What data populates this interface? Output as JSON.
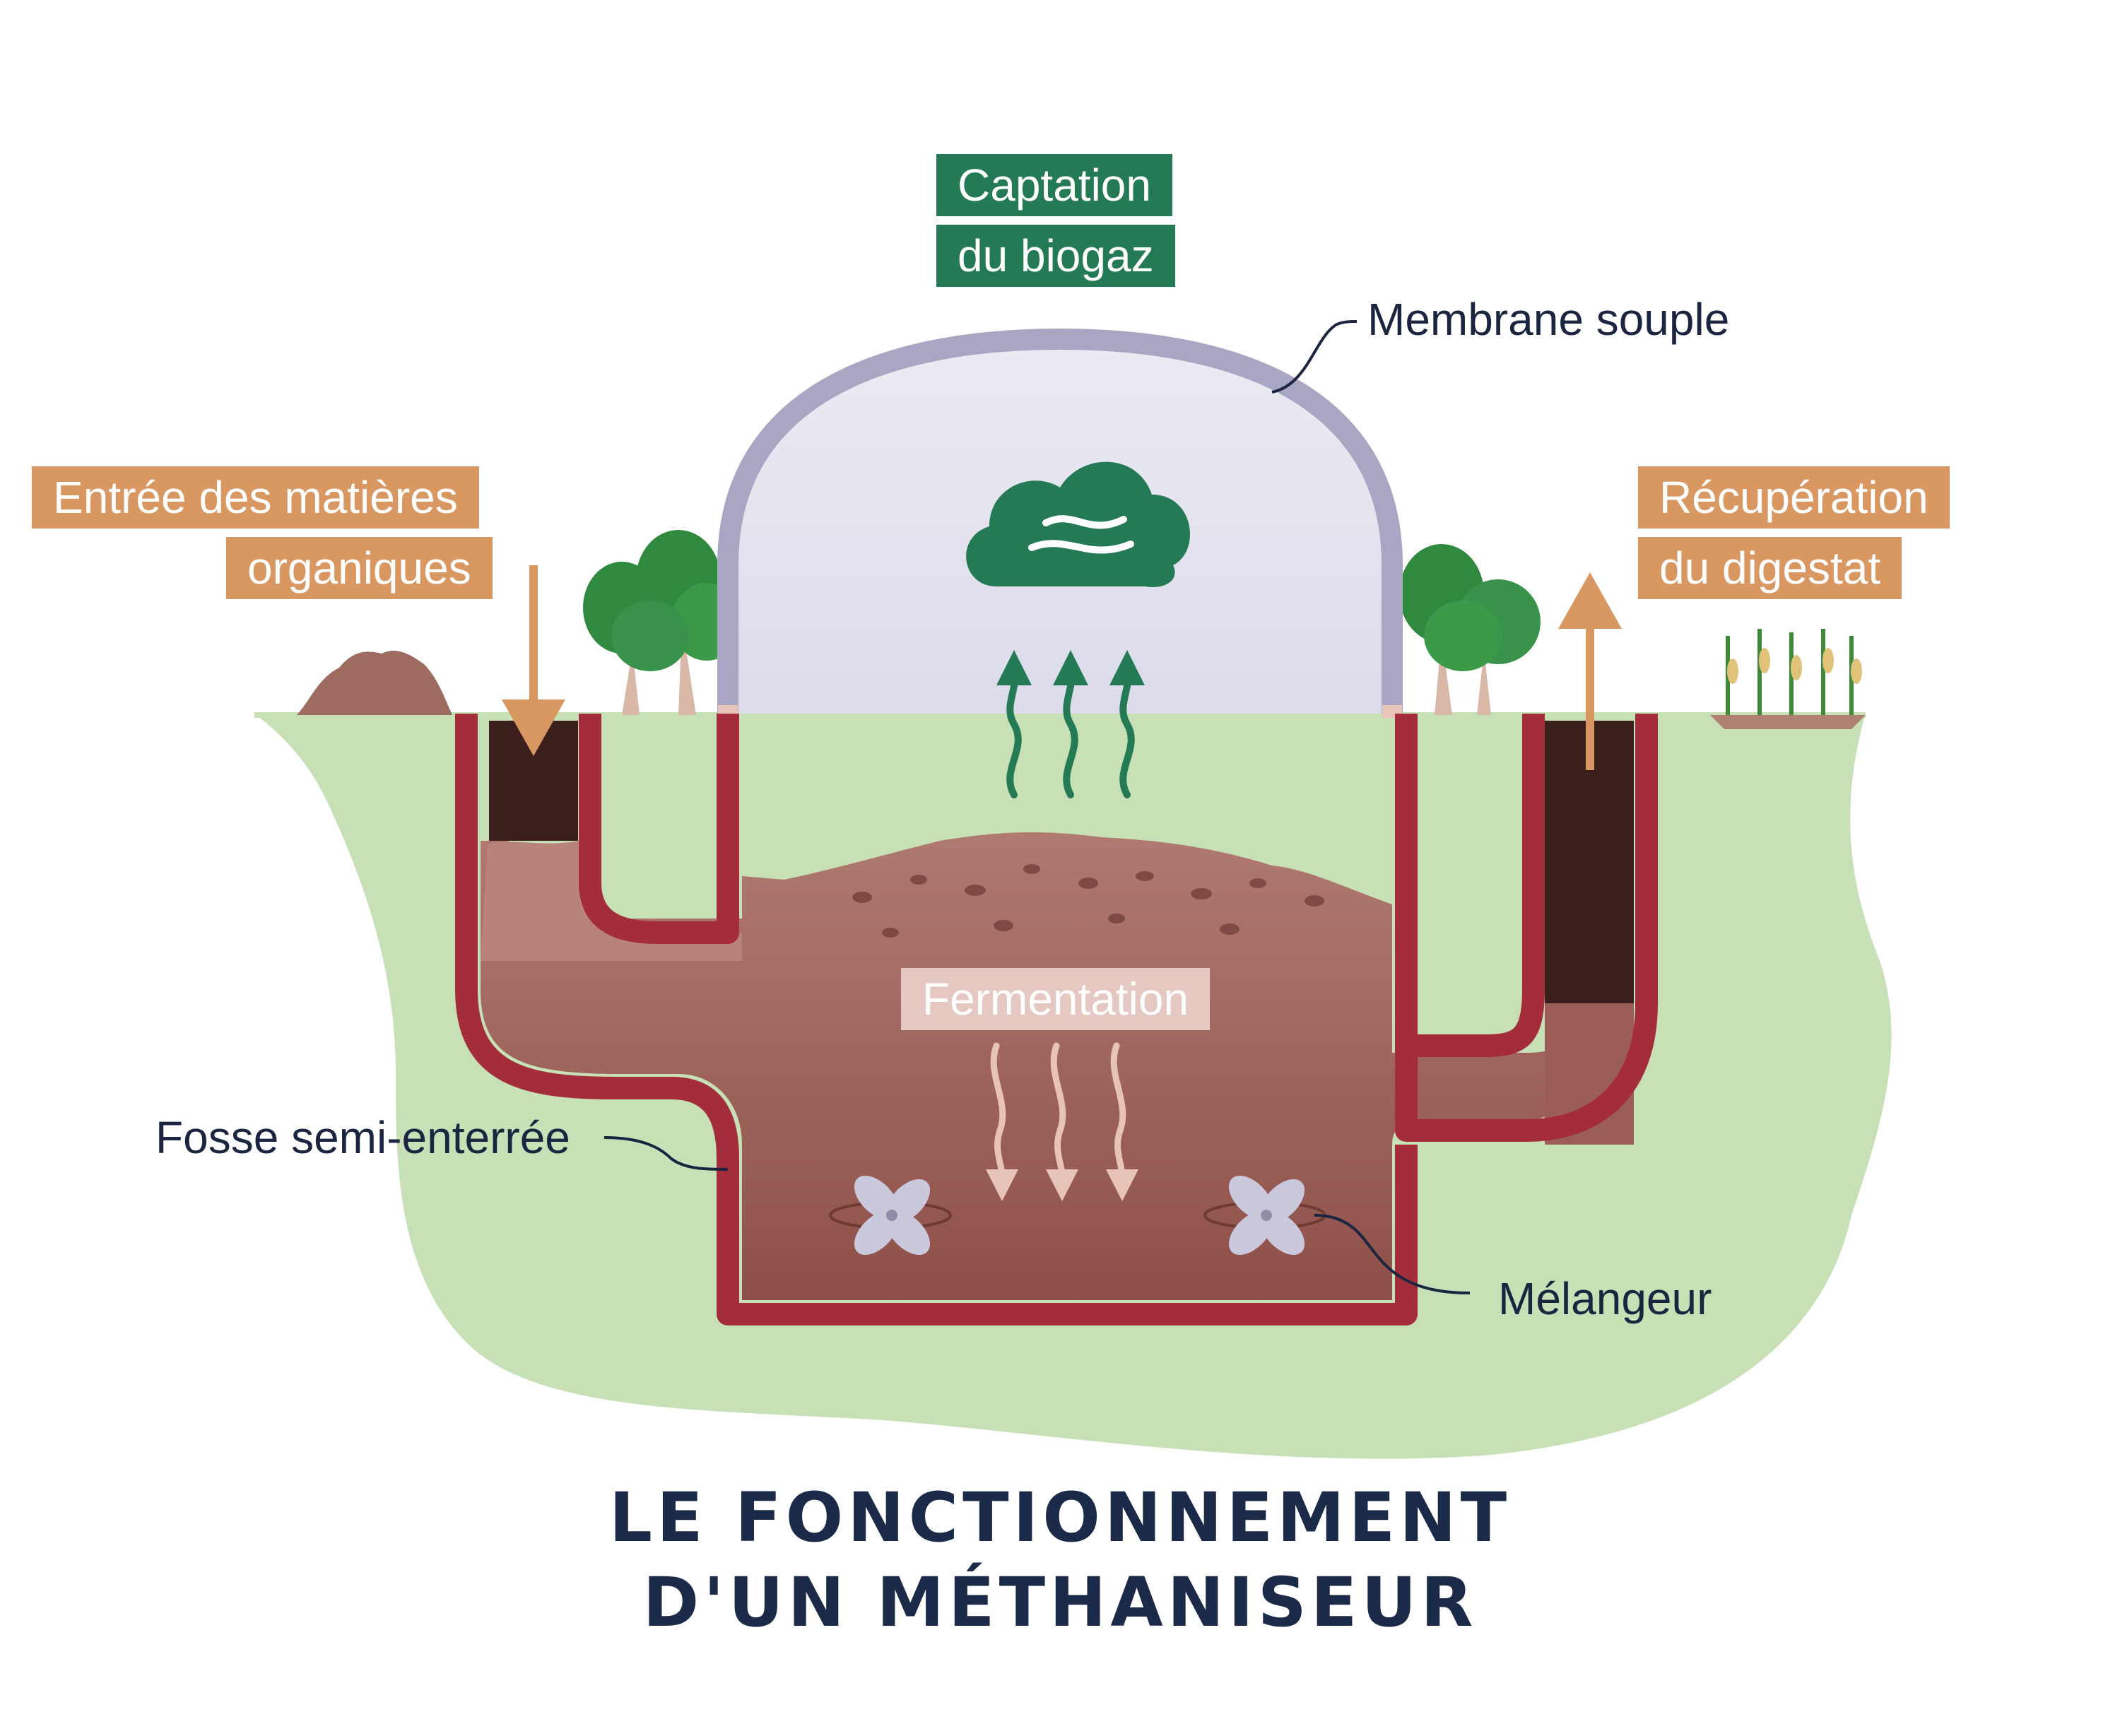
{
  "labels": {
    "captation_line1": "Captation",
    "captation_line2": "du biogaz",
    "membrane": "Membrane souple",
    "entree_line1": "Entrée des matières",
    "entree_line2": "organiques",
    "recuperation_line1": "Récupération",
    "recuperation_line2": "du digestat",
    "fermentation": "Fermentation",
    "fosse": "Fosse semi-enterrée",
    "melangeur": "Mélangeur"
  },
  "title": {
    "line1": "LE FONCTIONNEMENT",
    "line2": "D'UN MÉTHANISEUR"
  },
  "colors": {
    "ground": "#c7e0b6",
    "wall": "#a32d3a",
    "dome_frame": "#a8a6c2",
    "dome_fill": "#e4e4ee",
    "digestate": "#9b5e56",
    "soil_dark": "#3a1f1c",
    "label_orange": "#d99762",
    "label_green": "#237a55",
    "label_pink": "#e5c8c1",
    "text_dark": "#1b2540"
  }
}
